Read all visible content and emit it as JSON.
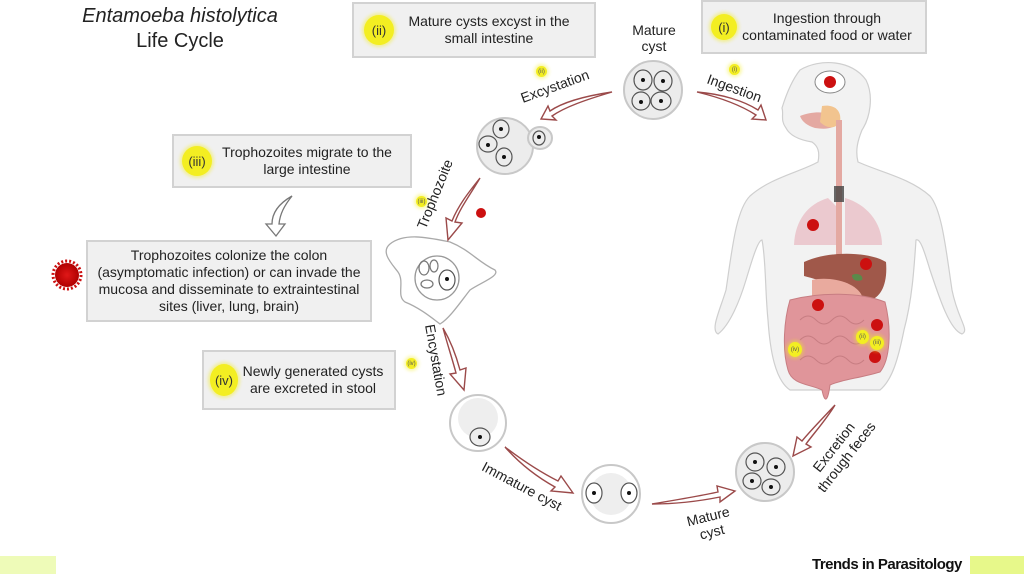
{
  "title": {
    "line1": "Entamoeba histolytica",
    "line2": "Life Cycle"
  },
  "boxes": [
    {
      "id": "ii",
      "badge": "(ii)",
      "text_line1": "Mature cysts excyst in the",
      "text_line2": "small intestine"
    },
    {
      "id": "i",
      "badge": "(i)",
      "text_line1": "Ingestion through",
      "text_line2": "contaminated food or water"
    },
    {
      "id": "iii",
      "badge": "(iii)",
      "text_line1": "Trophozoites migrate to the",
      "text_line2": "large intestine"
    },
    {
      "id": "colonize",
      "text_lines": [
        "Trophozoites colonize the colon",
        "(asymptomatic infection) or can invade the",
        "mucosa and disseminate to extraintestinal",
        "sites (liver, lung, brain)"
      ]
    },
    {
      "id": "iv",
      "badge": "(iv)",
      "text_line1": "Newly generated cysts",
      "text_line2": "are excreted in stool"
    }
  ],
  "cycle_labels": {
    "mature_cyst_top": [
      "Mature",
      "cyst"
    ],
    "excystation": "Excystation",
    "ingestion": "Ingestion",
    "trophozoite": "Trophozoite",
    "encystation": "Encystation",
    "immature_cyst": "Immature cyst",
    "mature_cyst_bottom": [
      "Mature",
      "cyst"
    ],
    "excretion": [
      "Excretion",
      "through feces"
    ]
  },
  "mini_badges": {
    "i": "(i)",
    "ii": "(ii)",
    "iii": "(iii)",
    "iv": "(iv)"
  },
  "body_badges": {
    "ii": "(ii)",
    "iii": "(iii)",
    "iv": "(iv)"
  },
  "colors": {
    "arrow": "#9b4a4a",
    "badge": "#f3ee22",
    "infection": "#cc1010",
    "box_bg": "#f0f0f0"
  },
  "footer": {
    "brand": "Trends in Parasitology"
  }
}
